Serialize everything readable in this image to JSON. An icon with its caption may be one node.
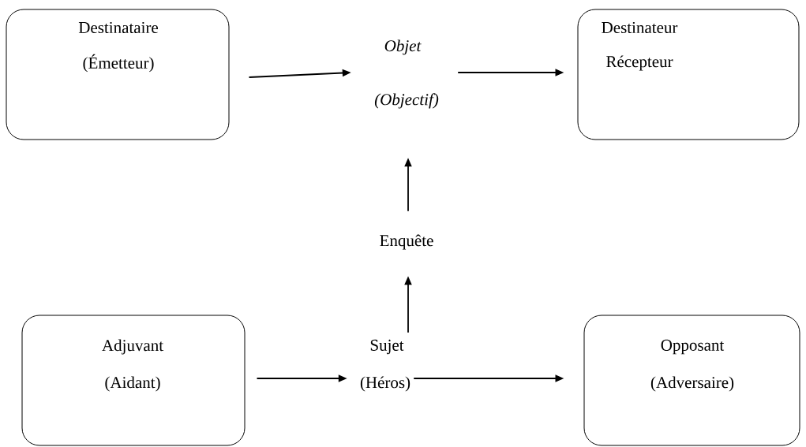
{
  "diagram": {
    "nodes": [
      {
        "text": [
          "Destinataire",
          "(Émetteur)"
        ]
      },
      {
        "text": [
          "Objet",
          "(Objectif)"
        ]
      },
      {
        "text": [
          "Destinateur",
          "Récepteur"
        ]
      },
      {
        "text": [
          "Enquête"
        ]
      },
      {
        "text": [
          "Adjuvant",
          "(Aidant)"
        ]
      },
      {
        "text": [
          "Sujet",
          "(Héros)"
        ]
      },
      {
        "text": [
          "Opposant",
          "(Adversaire)"
        ]
      }
    ],
    "edges": [
      {
        "from": 0,
        "to": 1,
        "arrow": "to"
      },
      {
        "from": 1,
        "to": 2,
        "arrow": "to"
      },
      {
        "from": 3,
        "to": 1,
        "arrow": "to"
      },
      {
        "from": 5,
        "to": 3,
        "arrow": "to"
      },
      {
        "from": 4,
        "to": 5,
        "arrow": "to"
      },
      {
        "from": 5,
        "to": 6,
        "arrow": "to"
      }
    ]
  }
}
